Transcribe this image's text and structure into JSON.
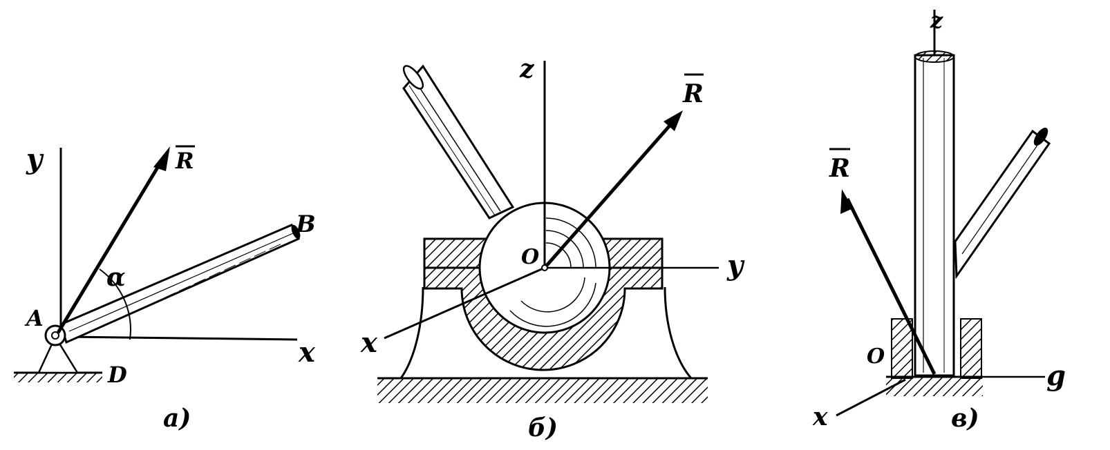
{
  "figures": [
    {
      "caption": "a)",
      "labels": {
        "y": "y",
        "x": "x",
        "r": "R",
        "b": "B",
        "alpha": "α",
        "a": "A",
        "d": "D"
      }
    },
    {
      "caption": "б)",
      "labels": {
        "z": "z",
        "r": "R",
        "o": "O",
        "y": "y",
        "x": "x"
      }
    },
    {
      "caption": "в)",
      "labels": {
        "z": "z",
        "r": "R",
        "o": "O",
        "y": "g",
        "x": "x"
      }
    }
  ],
  "colors": {
    "ink": "#000000",
    "paper": "#ffffff"
  }
}
